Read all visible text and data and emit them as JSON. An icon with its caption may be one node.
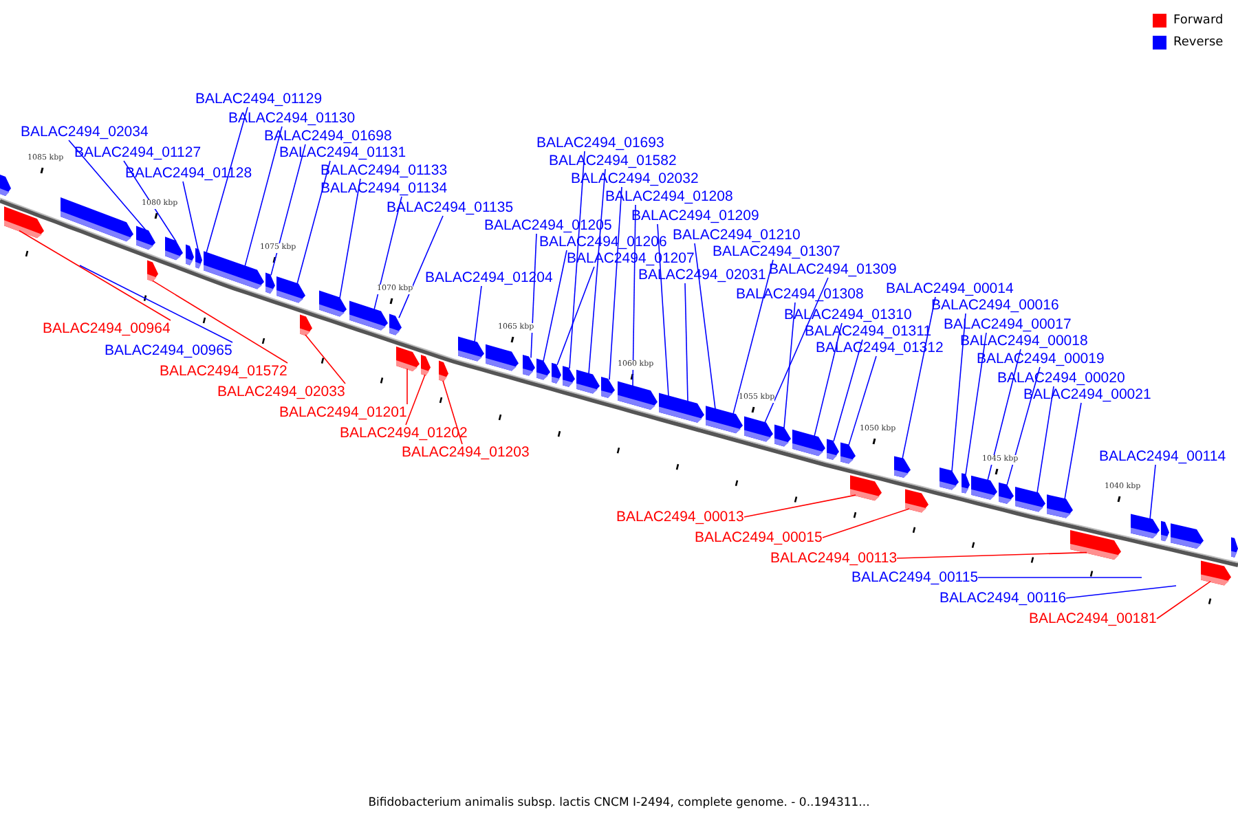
{
  "diagram": {
    "caption": "Bifidobacterium animalis subsp. lactis CNCM I-2494, complete genome. - 0..194311...",
    "nodes": [
      {
        "text": [
          "BALAC2494_01129"
        ]
      },
      {
        "text": [
          "BALAC2494_01130"
        ]
      },
      {
        "text": [
          "BALAC2494_02034"
        ]
      },
      {
        "text": [
          "BALAC2494_01698"
        ]
      },
      {
        "text": [
          "BALAC2494_01693"
        ]
      },
      {
        "text": [
          "BALAC2494_01127"
        ]
      },
      {
        "text": [
          "BALAC2494_01131"
        ]
      },
      {
        "text": [
          "BALAC2494_01582"
        ]
      },
      {
        "text": [
          "BALAC2494_01133"
        ]
      },
      {
        "text": [
          "BALAC2494_01128"
        ]
      },
      {
        "text": [
          "BALAC2494_02032"
        ]
      },
      {
        "text": [
          "BALAC2494_01134"
        ]
      },
      {
        "text": [
          "BALAC2494_01208"
        ]
      },
      {
        "text": [
          "BALAC2494_01135"
        ]
      },
      {
        "text": [
          "BALAC2494_01209"
        ]
      },
      {
        "text": [
          "BALAC2494_01205"
        ]
      },
      {
        "text": [
          "BALAC2494_01210"
        ]
      },
      {
        "text": [
          "BALAC2494_01206"
        ]
      },
      {
        "text": [
          "BALAC2494_01307"
        ]
      },
      {
        "text": [
          "BALAC2494_01207"
        ]
      },
      {
        "text": [
          "BALAC2494_01309"
        ]
      },
      {
        "text": [
          "BALAC2494_01204"
        ]
      },
      {
        "text": [
          "BALAC2494_02031"
        ]
      },
      {
        "text": [
          "BALAC2494_00014"
        ]
      },
      {
        "text": [
          "BALAC2494_01308"
        ]
      },
      {
        "text": [
          "BALAC2494_00016"
        ]
      },
      {
        "text": [
          "BALAC2494_01310"
        ]
      },
      {
        "text": [
          "BALAC2494_00017"
        ]
      },
      {
        "text": [
          "BALAC2494_01311"
        ]
      },
      {
        "text": [
          "BALAC2494_00018"
        ]
      },
      {
        "text": [
          "BALAC2494_01312"
        ]
      },
      {
        "text": [
          "BALAC2494_00019"
        ]
      },
      {
        "text": [
          "BALAC2494_00020"
        ]
      },
      {
        "text": [
          "BALAC2494_00021"
        ]
      },
      {
        "text": [
          "BALAC2494_00114"
        ]
      },
      {
        "text": [
          "BALAC2494_00964"
        ]
      },
      {
        "text": [
          "BALAC2494_00965"
        ]
      },
      {
        "text": [
          "BALAC2494_01572"
        ]
      },
      {
        "text": [
          "BALAC2494_02033"
        ]
      },
      {
        "text": [
          "BALAC2494_01201"
        ]
      },
      {
        "text": [
          "BALAC2494_01202"
        ]
      },
      {
        "text": [
          "BALAC2494_01203"
        ]
      },
      {
        "text": [
          "BALAC2494_00013"
        ]
      },
      {
        "text": [
          "BALAC2494_00015"
        ]
      },
      {
        "text": [
          "BALAC2494_00113"
        ]
      },
      {
        "text": [
          "BALAC2494_00115"
        ]
      },
      {
        "text": [
          "BALAC2494_00116"
        ]
      },
      {
        "text": [
          "BALAC2494_00181"
        ]
      },
      {
        "text": [],
        "shape": "box"
      },
      {
        "text": [],
        "shape": "box"
      },
      {
        "text": [],
        "shape": "box"
      },
      {
        "text": [],
        "shape": "box"
      },
      {
        "text": [],
        "shape": "box"
      },
      {
        "text": [],
        "shape": "box"
      },
      {
        "text": [],
        "shape": "box"
      },
      {
        "text": [],
        "shape": "box"
      },
      {
        "text": [],
        "shape": "box"
      },
      {
        "text": [],
        "shape": "box"
      },
      {
        "text": [],
        "shape": "box"
      },
      {
        "text": [],
        "shape": "box"
      },
      {
        "text": [],
        "shape": "box"
      },
      {
        "text": [],
        "shape": "box"
      },
      {
        "text": [],
        "shape": "box"
      },
      {
        "text": [],
        "shape": "box"
      },
      {
        "text": [],
        "shape": "box"
      },
      {
        "text": [],
        "shape": "box"
      },
      {
        "text": [],
        "shape": "box"
      },
      {
        "text": [],
        "shape": "box"
      },
      {
        "text": [],
        "shape": "box"
      },
      {
        "text": [],
        "shape": "box"
      },
      {
        "text": [],
        "shape": "box"
      },
      {
        "text": [],
        "shape": "box"
      },
      {
        "text": [],
        "shape": "box"
      },
      {
        "text": [],
        "shape": "box"
      },
      {
        "text": [],
        "shape": "box"
      },
      {
        "text": [],
        "shape": "box"
      },
      {
        "text": [],
        "shape": "box"
      },
      {
        "text": [],
        "shape": "box"
      },
      {
        "text": [],
        "shape": "box"
      },
      {
        "text": [],
        "shape": "box"
      },
      {
        "text": [],
        "shape": "box"
      },
      {
        "text": [],
        "shape": "box"
      },
      {
        "text": [],
        "shape": "box"
      },
      {
        "text": [],
        "shape": "box"
      },
      {
        "text": [],
        "shape": "box"
      },
      {
        "text": [],
        "shape": "box"
      },
      {
        "text": [],
        "shape": "box"
      },
      {
        "text": [],
        "shape": "box"
      },
      {
        "text": [],
        "shape": "box"
      },
      {
        "text": [],
        "shape": "box"
      },
      {
        "text": [],
        "shape": "box"
      },
      {
        "text": [],
        "shape": "box"
      },
      {
        "text": [],
        "shape": "box"
      },
      {
        "text": [],
        "shape": "box"
      },
      {
        "text": [],
        "shape": "box"
      },
      {
        "text": [],
        "shape": "box"
      },
      {
        "text": [],
        "shape": "box"
      }
    ],
    "edges": [
      {
        "from": 0,
        "to": 56,
        "arrow": "none"
      },
      {
        "from": 1,
        "to": 56,
        "arrow": "none"
      },
      {
        "from": 2,
        "to": 51,
        "arrow": "none"
      },
      {
        "from": 3,
        "to": 57,
        "arrow": "none"
      },
      {
        "from": 4,
        "to": 71,
        "arrow": "none"
      },
      {
        "from": 5,
        "to": 53,
        "arrow": "none"
      },
      {
        "from": 6,
        "to": 58,
        "arrow": "none"
      },
      {
        "from": 7,
        "to": 72,
        "arrow": "none"
      },
      {
        "from": 8,
        "to": 60,
        "arrow": "none"
      },
      {
        "from": 9,
        "to": 55,
        "arrow": "none"
      },
      {
        "from": 10,
        "to": 73,
        "arrow": "none"
      },
      {
        "from": 11,
        "to": 61,
        "arrow": "none"
      },
      {
        "from": 12,
        "to": 74,
        "arrow": "none"
      },
      {
        "from": 13,
        "to": 62,
        "arrow": "none"
      },
      {
        "from": 14,
        "to": 75,
        "arrow": "none"
      },
      {
        "from": 15,
        "to": 68,
        "arrow": "none"
      },
      {
        "from": 16,
        "to": 76,
        "arrow": "none"
      },
      {
        "from": 17,
        "to": 69,
        "arrow": "none"
      },
      {
        "from": 18,
        "to": 76,
        "arrow": "none"
      },
      {
        "from": 19,
        "to": 70,
        "arrow": "none"
      },
      {
        "from": 20,
        "to": 77,
        "arrow": "none"
      },
      {
        "from": 21,
        "to": 66,
        "arrow": "none"
      },
      {
        "from": 22,
        "to": 75,
        "arrow": "none"
      },
      {
        "from": 23,
        "to": 83,
        "arrow": "none"
      },
      {
        "from": 24,
        "to": 78,
        "arrow": "none"
      },
      {
        "from": 25,
        "to": 85,
        "arrow": "none"
      },
      {
        "from": 26,
        "to": 79,
        "arrow": "none"
      },
      {
        "from": 27,
        "to": 86,
        "arrow": "none"
      },
      {
        "from": 28,
        "to": 80,
        "arrow": "none"
      },
      {
        "from": 29,
        "to": 87,
        "arrow": "none"
      },
      {
        "from": 30,
        "to": 81,
        "arrow": "none"
      },
      {
        "from": 31,
        "to": 88,
        "arrow": "none"
      },
      {
        "from": 32,
        "to": 89,
        "arrow": "none"
      },
      {
        "from": 33,
        "to": 90,
        "arrow": "none"
      },
      {
        "from": 34,
        "to": 92,
        "arrow": "none"
      },
      {
        "from": 35,
        "to": 49,
        "arrow": "none",
        "color": "#ff0000"
      },
      {
        "from": 36,
        "to": null,
        "arrow": "none"
      },
      {
        "from": 37,
        "to": 52,
        "arrow": "none",
        "color": "#ff0000"
      },
      {
        "from": 38,
        "to": 59,
        "arrow": "none",
        "color": "#ff0000"
      },
      {
        "from": 39,
        "to": 63,
        "arrow": "none",
        "color": "#ff0000"
      },
      {
        "from": 40,
        "to": 64,
        "arrow": "none",
        "color": "#ff0000"
      },
      {
        "from": 41,
        "to": 65,
        "arrow": "none",
        "color": "#ff0000"
      },
      {
        "from": 42,
        "to": 82,
        "arrow": "none",
        "color": "#ff0000"
      },
      {
        "from": 43,
        "to": 84,
        "arrow": "none",
        "color": "#ff0000"
      },
      {
        "from": 44,
        "to": 91,
        "arrow": "none",
        "color": "#ff0000"
      },
      {
        "from": 45,
        "to": null,
        "arrow": "none"
      },
      {
        "from": 46,
        "to": null,
        "arrow": "none"
      },
      {
        "from": 47,
        "to": 95,
        "arrow": "none",
        "color": "#ff0000"
      }
    ],
    "labels": [
      "1085 kbp",
      "1080 kbp",
      "1075 kbp",
      "1070 kbp",
      "1065 kbp",
      "1060 kbp",
      "1055 kbp",
      "1050 kbp",
      "1045 kbp",
      "1040 kbp"
    ],
    "legend": [
      {
        "text": "Forward",
        "color": "#ff0000"
      },
      {
        "text": "Reverse",
        "color": "#0000ff"
      }
    ]
  }
}
